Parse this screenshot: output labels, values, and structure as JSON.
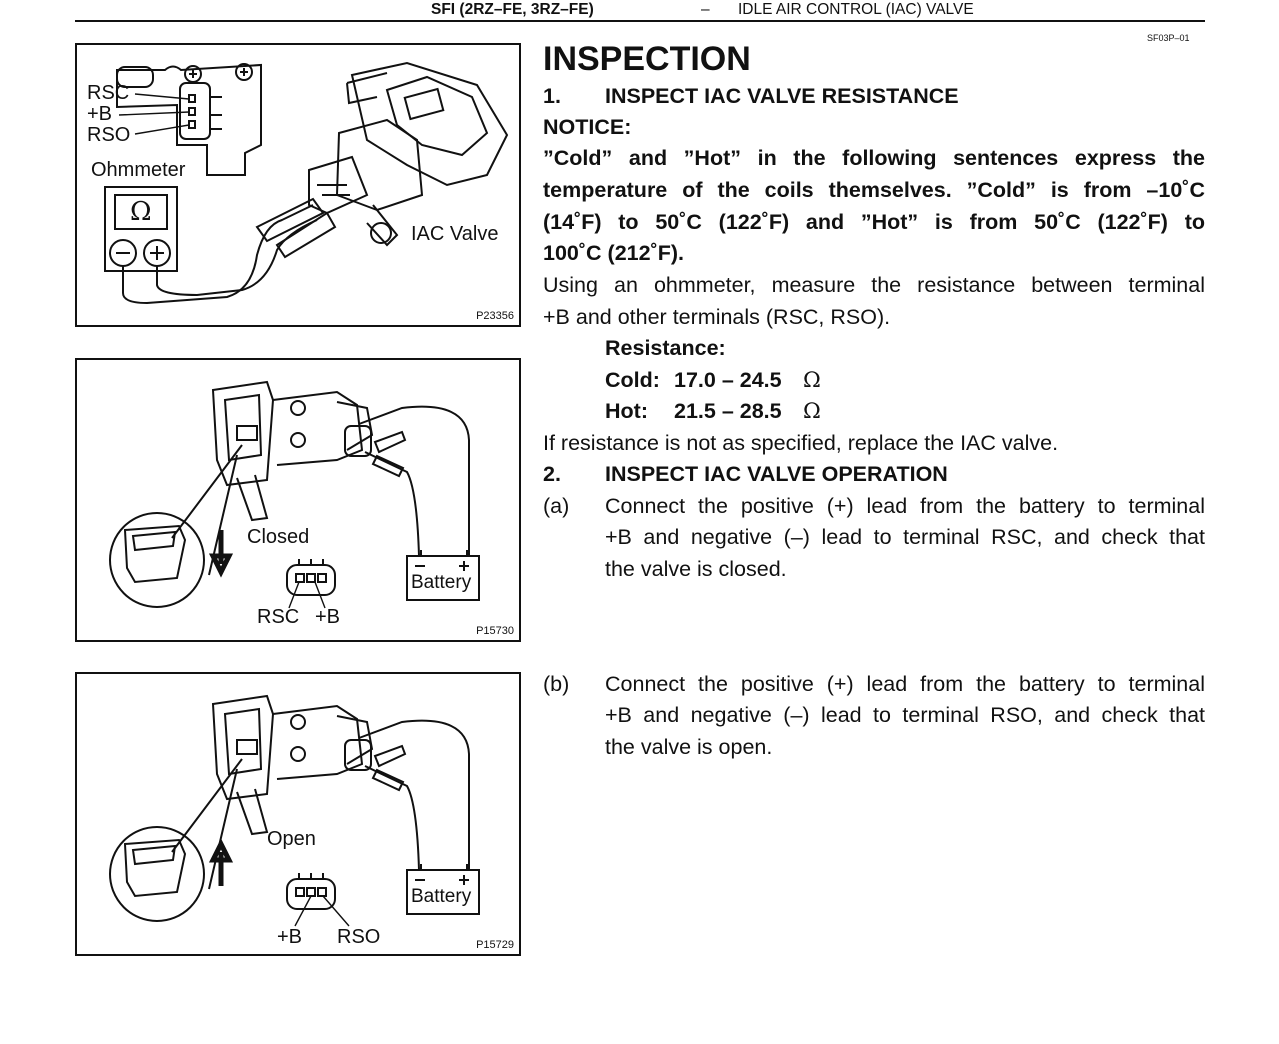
{
  "header": {
    "model": "SFI (2RZ–FE, 3RZ–FE)",
    "dash": "–",
    "section": "IDLE AIR CONTROL (IAC) VALVE"
  },
  "page_code": "SF03P–01",
  "figures": [
    {
      "id": "P23356",
      "labels": {
        "rsc": "RSC",
        "plus_b": "+B",
        "rso": "RSO",
        "ohmmeter": "Ohmmeter",
        "iac_valve": "IAC Valve",
        "ohm_symbol": "Ω"
      }
    },
    {
      "id": "P15730",
      "labels": {
        "state": "Closed",
        "battery": "Battery",
        "term_a": "RSC",
        "term_b": "+B"
      }
    },
    {
      "id": "P15729",
      "labels": {
        "state": "Open",
        "battery": "Battery",
        "term_a": "+B",
        "term_b": "RSO"
      }
    }
  ],
  "content": {
    "title": "INSPECTION",
    "step1": {
      "num": "1.",
      "heading": "INSPECT IAC VALVE RESISTANCE"
    },
    "notice_label": "NOTICE:",
    "notice_lines": [
      "”Cold” and ”Hot” in the following sentences express the",
      "temperature of the coils themselves. ”Cold” is from –10˚C",
      "(14˚F) to 50˚C (122˚F) and ”Hot” is from 50˚C (122˚F) to",
      "100˚C (212˚F)."
    ],
    "measure_lines": [
      "Using an ohmmeter, measure the resistance between terminal",
      "+B and other terminals (RSC, RSO)."
    ],
    "resistance": {
      "label": "Resistance:",
      "cold_label": "Cold:",
      "cold_value": "17.0 – 24.5",
      "hot_label": "Hot:",
      "hot_value": "21.5 – 28.5",
      "unit": "Ω"
    },
    "replace_line": "If resistance is not as specified, replace the IAC valve.",
    "step2": {
      "num": "2.",
      "heading": "INSPECT IAC VALVE OPERATION"
    },
    "sub_a": {
      "tag": "(a)",
      "lines": [
        "Connect the positive (+) lead from the battery to terminal",
        "+B and negative (–) lead to terminal RSC, and check that",
        "the valve is closed."
      ]
    },
    "sub_b": {
      "tag": "(b)",
      "lines": [
        "Connect the positive (+) lead from the battery to terminal",
        "+B and negative (–) lead to terminal RSO, and check that",
        "the valve is open."
      ]
    }
  }
}
